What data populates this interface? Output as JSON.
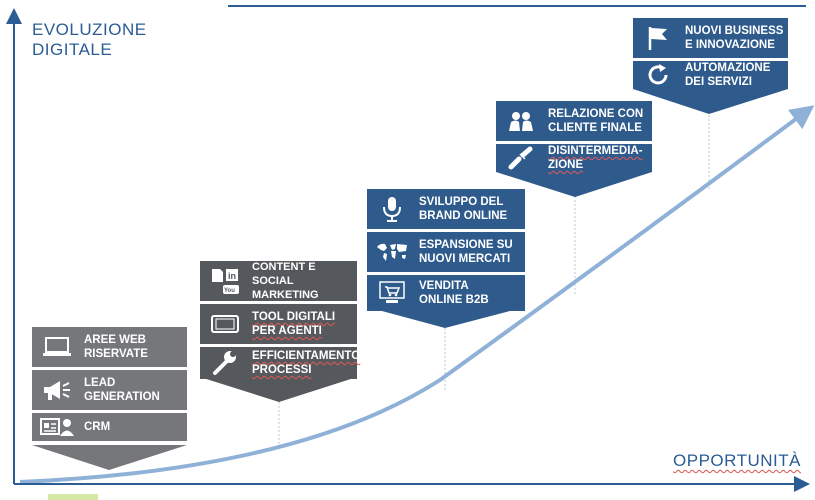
{
  "axes": {
    "y_title": "EVOLUZIONE\nDIGITALE",
    "x_title": "OPPORTUNITÀ"
  },
  "colors": {
    "axis": "#2b5c94",
    "curve": "#8fb1d8",
    "grey": "#75777a",
    "dark_grey": "#55585c",
    "blue": "#2e5a8c",
    "guide": "#b8c7d8",
    "spellcheck": "#e05a5a"
  },
  "groups": [
    {
      "items": [
        {
          "label": "AREE WEB\nRISERVATE",
          "icon": "laptop-icon"
        },
        {
          "label": "LEAD\nGENERATION",
          "icon": "megaphone-icon"
        },
        {
          "label": "CRM",
          "icon": "contact-card-icon"
        }
      ]
    },
    {
      "items": [
        {
          "label": "CONTENT  E SOCIAL\nMARKETING",
          "icon": "social-content-icon"
        },
        {
          "label": "TOOL DIGITALI\nPER AGENTI",
          "icon": "tablet-icon"
        },
        {
          "label": "EFFICIENTAMENTO\nPROCESSI",
          "icon": "wrench-icon"
        }
      ]
    },
    {
      "items": [
        {
          "label": "SVILUPPO DEL\nBRAND ONLINE",
          "icon": "microphone-icon"
        },
        {
          "label": "ESPANSIONE SU\nNUOVI MERCATI",
          "icon": "world-map-icon"
        },
        {
          "label": "VENDITA\nONLINE B2B",
          "icon": "shopping-cart-icon"
        }
      ]
    },
    {
      "items": [
        {
          "label": "RELAZIONE CON\nCLIENTE FINALE",
          "icon": "people-icon"
        },
        {
          "label": "DISINTERMEDIA-\nZIONE",
          "icon": "broken-link-icon"
        }
      ]
    },
    {
      "items": [
        {
          "label": "NUOVI BUSINESS\nE INNOVAZIONE",
          "icon": "flag-icon"
        },
        {
          "label": "AUTOMAZIONE\nDEI SERVIZI",
          "icon": "refresh-icon"
        }
      ]
    }
  ]
}
